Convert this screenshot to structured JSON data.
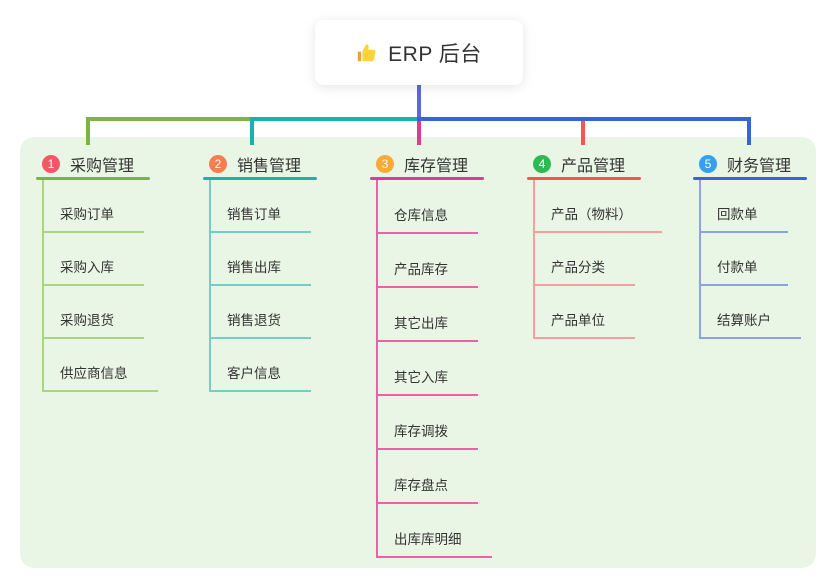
{
  "root": {
    "title": "ERP 后台",
    "icon": "thumbs-up-icon",
    "icon_color": "#fdd23a"
  },
  "panel": {
    "background": "#eaf6e5"
  },
  "connectors": {
    "stem_color": "#5b6ad8",
    "left_segment_color": "#7cb342",
    "middle_segment_color": "#18b3aa",
    "right_segment_color": "#3b63d8",
    "drop_colors": [
      "#7cb342",
      "#18b3aa",
      "#d83f8e",
      "#f25555",
      "#3b63d8"
    ]
  },
  "branches": [
    {
      "number": "1",
      "label": "采购管理",
      "circle_color": "#f75667",
      "line_color": "#7cb342",
      "sub_line_color": "#abd57c",
      "items": [
        "采购订单",
        "采购入库",
        "采购退货",
        "供应商信息"
      ]
    },
    {
      "number": "2",
      "label": "销售管理",
      "circle_color": "#fa7d50",
      "line_color": "#18b3aa",
      "sub_line_color": "#6fcfc6",
      "items": [
        "销售订单",
        "销售出库",
        "销售退货",
        "客户信息"
      ]
    },
    {
      "number": "3",
      "label": "库存管理",
      "circle_color": "#fbab35",
      "line_color": "#d83f8e",
      "sub_line_color": "#f35fa5",
      "items": [
        "仓库信息",
        "产品库存",
        "其它出库",
        "其它入库",
        "库存调拨",
        "库存盘点",
        "出库库明细"
      ]
    },
    {
      "number": "4",
      "label": "产品管理",
      "circle_color": "#2eba52",
      "line_color": "#f25555",
      "sub_line_color": "#f79d9d",
      "items": [
        "产品（物料）",
        "产品分类",
        "产品单位"
      ]
    },
    {
      "number": "5",
      "label": "财务管理",
      "circle_color": "#33a0f2",
      "line_color": "#3b63d8",
      "sub_line_color": "#8aa3e8",
      "items": [
        "回款单",
        "付款单",
        "结算账户"
      ]
    }
  ]
}
